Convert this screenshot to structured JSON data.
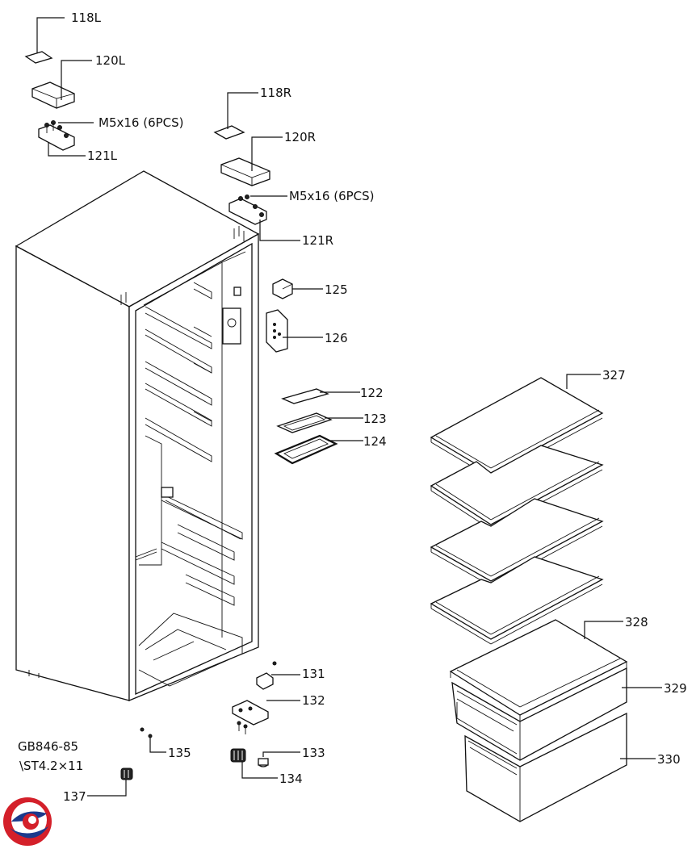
{
  "labels": {
    "l118L": "118L",
    "l120L": "120L",
    "lM5L": "M5x16 (6PCS)",
    "l121L": "121L",
    "l118R": "118R",
    "l120R": "120R",
    "lM5R": "M5x16 (6PCS)",
    "l121R": "121R",
    "l125": "125",
    "l126": "126",
    "l122": "122",
    "l123": "123",
    "l124": "124",
    "l327": "327",
    "l328": "328",
    "l329": "329",
    "l330": "330",
    "l131": "131",
    "l132": "132",
    "l133": "133",
    "l134": "134",
    "l135": "135",
    "l137": "137",
    "lGB1": "GB846-85",
    "lGB2": "\\ST4.2×11"
  },
  "colors": {
    "logo_red": "#d4202a",
    "logo_blue": "#1b3a8c",
    "line": "#111111"
  },
  "icons": {
    "logo": "brand-logo-icon"
  }
}
